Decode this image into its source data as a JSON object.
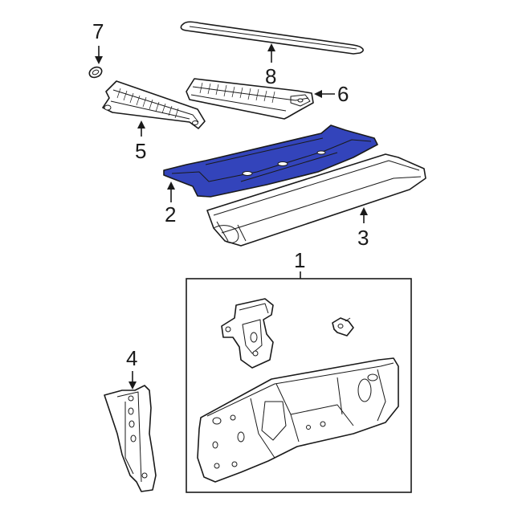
{
  "highlight_color": "#3344bb",
  "line_color": "#1a1a1a",
  "callouts": [
    {
      "id": "1",
      "label": "1"
    },
    {
      "id": "2",
      "label": "2"
    },
    {
      "id": "3",
      "label": "3"
    },
    {
      "id": "4",
      "label": "4"
    },
    {
      "id": "5",
      "label": "5"
    },
    {
      "id": "6",
      "label": "6"
    },
    {
      "id": "7",
      "label": "7"
    },
    {
      "id": "8",
      "label": "8"
    }
  ]
}
